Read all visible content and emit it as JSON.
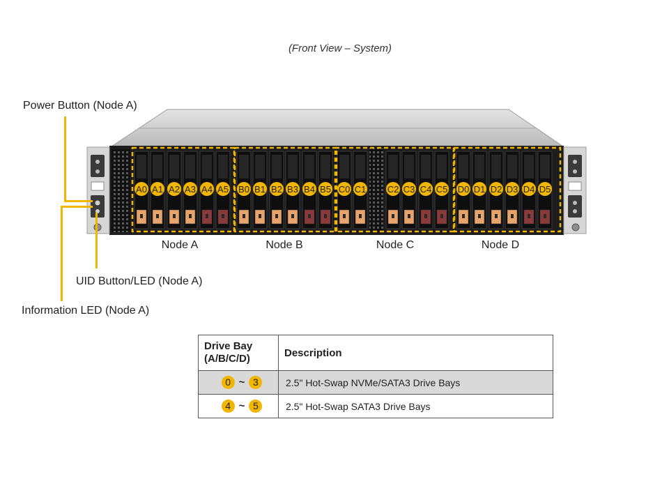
{
  "subtitle": "(Front View – System)",
  "callouts": {
    "power_button": "Power Button (Node A)",
    "uid_button": "UID Button/LED (Node A)",
    "info_led": "Information LED (Node A)"
  },
  "nodes": [
    {
      "label": "Node A",
      "bays": [
        "A0",
        "A1",
        "A2",
        "A3",
        "A4",
        "A5"
      ]
    },
    {
      "label": "Node B",
      "bays": [
        "B0",
        "B1",
        "B2",
        "B3",
        "B4",
        "B5"
      ]
    },
    {
      "label": "Node C",
      "bays": [
        "C0",
        "C1",
        "C2",
        "C3",
        "C4",
        "C5"
      ]
    },
    {
      "label": "Node D",
      "bays": [
        "D0",
        "D1",
        "D2",
        "D3",
        "D4",
        "D5"
      ]
    }
  ],
  "colors": {
    "accent": "#f2b600",
    "bay_orange": "#e8a36a",
    "bay_maroon": "#8a3a3a",
    "chassis_dark": "#1a1a1a",
    "table_shade": "#d9d9d9"
  },
  "table": {
    "headers": [
      "Drive Bay\n(A/B/C/D)",
      "Description"
    ],
    "header_line1": "Drive Bay",
    "header_line2": "(A/B/C/D)",
    "header_desc": "Description",
    "rows": [
      {
        "from": "0",
        "sep": "~",
        "to": "3",
        "description": "2.5\" Hot-Swap NVMe/SATA3 Drive Bays"
      },
      {
        "from": "4",
        "sep": "~",
        "to": "5",
        "description": "2.5\" Hot-Swap SATA3 Drive Bays"
      }
    ]
  }
}
